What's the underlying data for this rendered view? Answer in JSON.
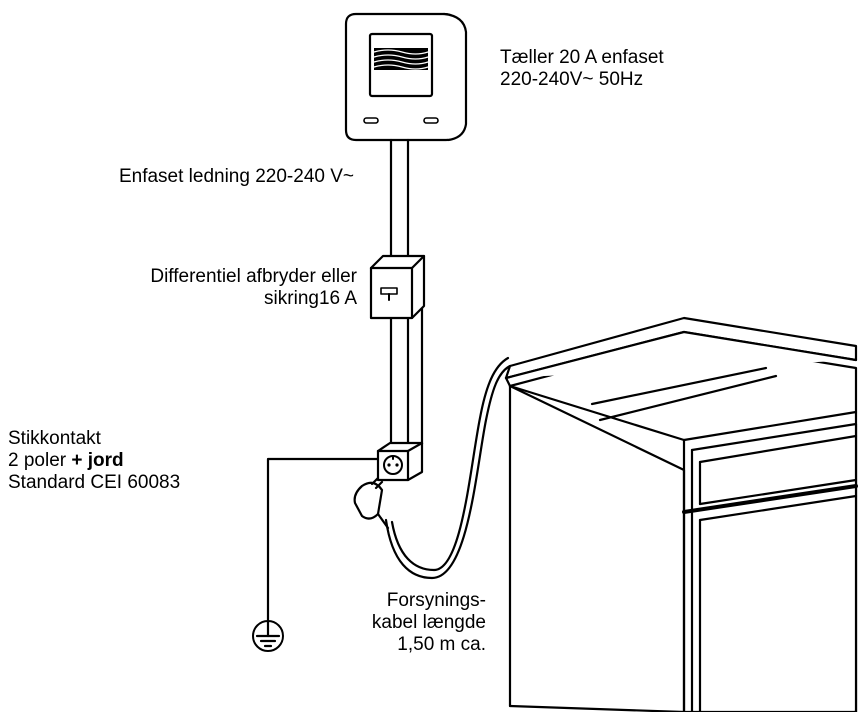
{
  "labels": {
    "meter_line1": "Tæller 20 A enfaset",
    "meter_line2": "220-240V~ 50Hz",
    "cable_line": "Enfaset ledning 220-240 V~",
    "breaker_line1": "Differentiel afbryder eller",
    "breaker_line2": "sikring16 A",
    "socket_line1": "Stikkontakt",
    "socket_line2_prefix": "2 poler ",
    "socket_line2_bold": "+ jord",
    "socket_line3": "Standard CEI 60083",
    "supply_line1": "Forsynings-",
    "supply_line2": "kabel længde",
    "supply_line3": "1,50 m ca."
  }
}
